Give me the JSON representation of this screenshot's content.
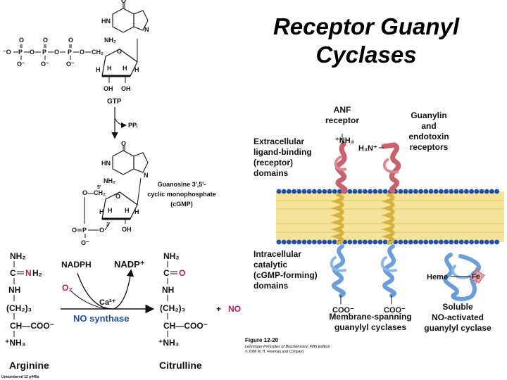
{
  "title": {
    "line1": "Receptor Guanyl",
    "line2": "Cyclases"
  },
  "gtp": {
    "phosphate_o": "O",
    "phosphate_minus_o": "⁻O",
    "phosphate_p": "P",
    "o_minus": "O⁻",
    "bridge_o": "O",
    "ch2": "CH₂",
    "ring_o": "O",
    "nh": "HN",
    "nh2": "NH₂",
    "n": "N",
    "h": "H",
    "oh": "OH",
    "label": "GTP"
  },
  "ppi": "PPᵢ",
  "cgmp": {
    "label_line1": "Guanosine 3′,5′-",
    "label_line2": "cyclic monophosphate",
    "label_line3": "(cGMP)",
    "five_prime": "5′",
    "three_prime": "3′",
    "o_ch2": "O—CH₂",
    "ring_o": "O",
    "o": "O",
    "p": "P",
    "o_minus": "O⁻",
    "oh": "OH",
    "h": "H",
    "hn": "HN",
    "nh2": "NH₂",
    "n": "N"
  },
  "reaction": {
    "arginine": {
      "nh2": "NH₂",
      "c_double": "C",
      "n_red": "N",
      "h2": "H₂",
      "nh": "NH",
      "ch2_3": "(CH₂)₃",
      "ch_coo": "CH—COO⁻",
      "nh3": "⁺NH₃",
      "name": "Arginine"
    },
    "citrulline": {
      "nh2": "NH₂",
      "c": "C",
      "o_red": "O",
      "nh": "NH",
      "ch2_3": "(CH₂)₃",
      "ch_coo": "CH—COO⁻",
      "nh3": "⁺NH₃",
      "name": "Citrulline"
    },
    "nadph": "NADPH",
    "nadp": "NADP⁺",
    "o2": "O₂",
    "ca": "Ca²⁺",
    "enzyme": "NO synthase",
    "plus": "+",
    "no": "NO"
  },
  "receptors": {
    "anf_line1": "ANF",
    "anf_line2": "receptor",
    "anf_nh3": "⁺NH₃",
    "guanylin_nh3": "H₃N⁺",
    "guanylin_line1": "Guanylin",
    "guanylin_line2": "and",
    "guanylin_line3": "endotoxin",
    "guanylin_line4": "receptors",
    "extra_line1": "Extracellular",
    "extra_line2": "ligand-binding",
    "extra_line3": "(receptor)",
    "extra_line4": "domains",
    "intra_line1": "Intracellular",
    "intra_line2": "catalytic",
    "intra_line3": "(cGMP-forming)",
    "intra_line4": "domains",
    "coo1": "COO⁻",
    "coo2": "COO⁻",
    "heme": "Heme",
    "fe": "Fe",
    "membrane_line1": "Membrane-spanning",
    "membrane_line2": "guanylyl cyclases",
    "soluble_line1": "Soluble",
    "soluble_line2": "NO-activated",
    "soluble_line3": "guanylyl cyclase"
  },
  "figure": {
    "number": "Figure 12-20",
    "book": "Lehninger Principles of Biochemistry, Fifth Edition",
    "copyright": "© 2008 W. H. Freeman and Company"
  },
  "unnumbered": "Unnumbered 12 p446a",
  "colors": {
    "red_label": "#c2185b",
    "blue_label": "#1f4e9c",
    "receptor_red": "#c9606e",
    "helix_yellow": "#e8d25a",
    "catalytic_blue": "#6a9ed8",
    "membrane_head": "#1f4fa8",
    "membrane_tail": "#f6e39a"
  }
}
